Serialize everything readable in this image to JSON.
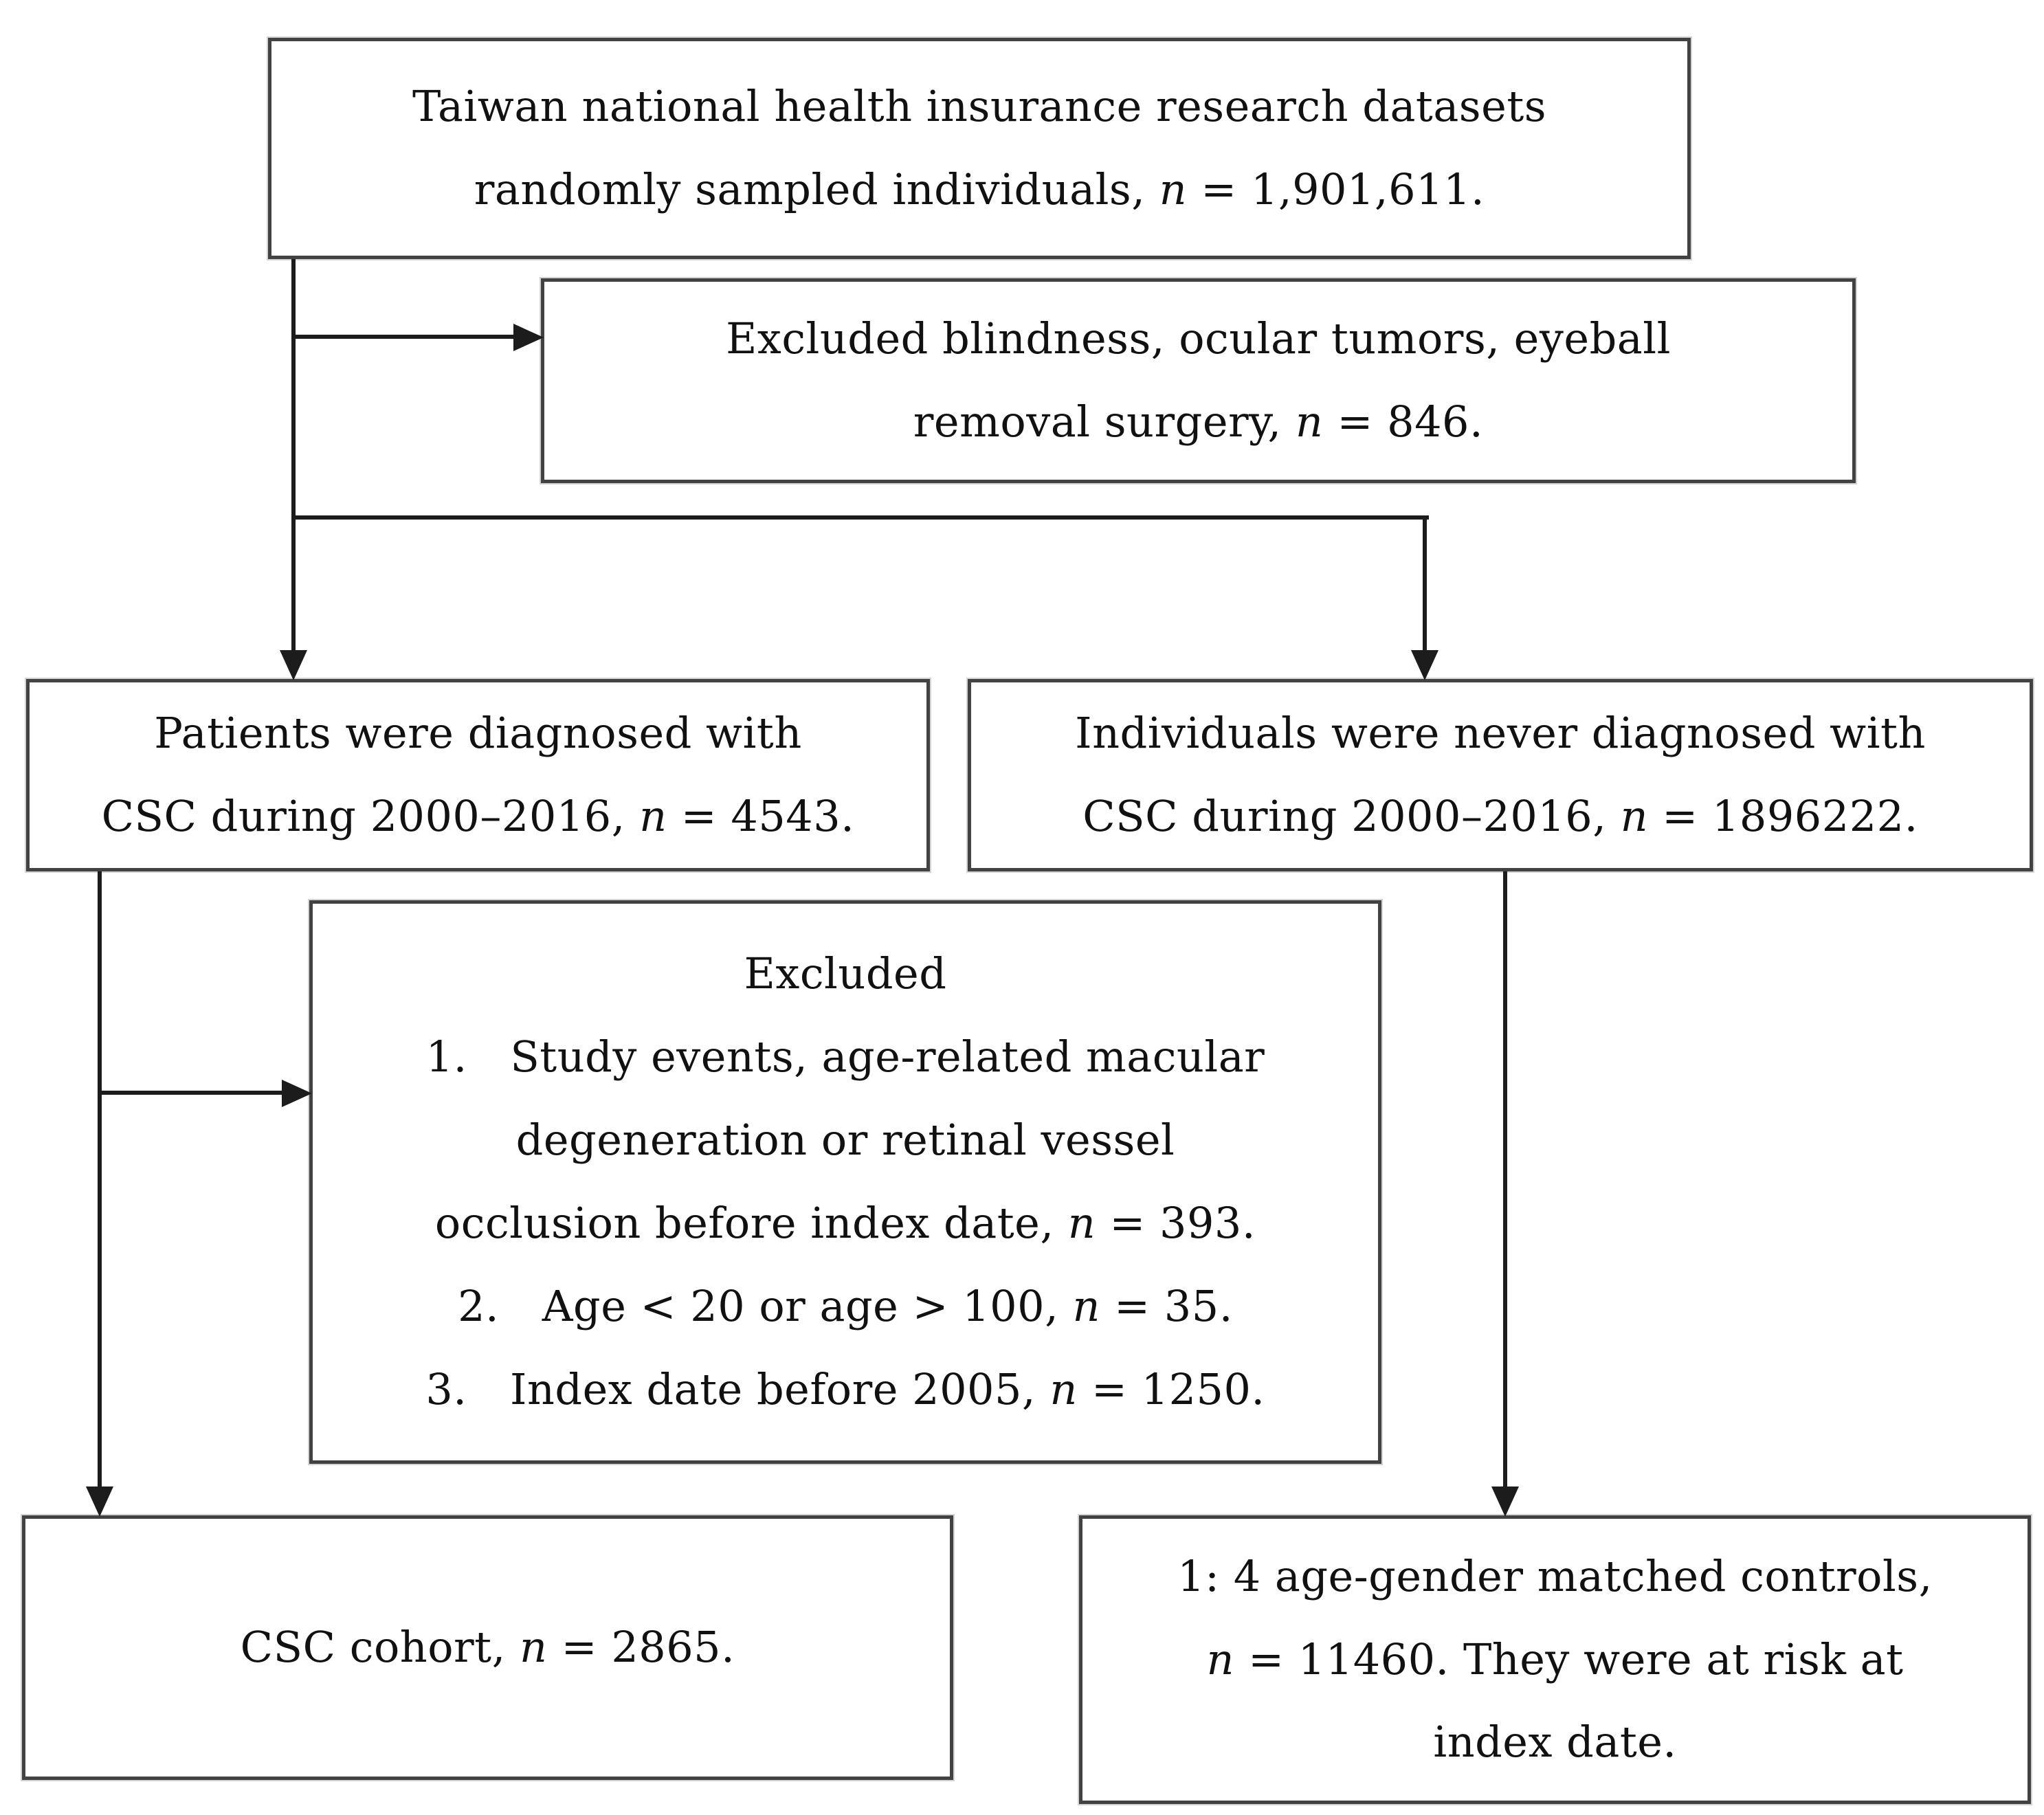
{
  "diagram": {
    "description": "Study cohort selection flowchart",
    "colors": {
      "background": "#ffffff",
      "text": "#111111",
      "border": "#424242",
      "line": "#1c1c1c"
    },
    "boxes": {
      "source": {
        "lines": [
          "Taiwan national health insurance research datasets",
          "randomly sampled individuals, n = 1,901,611."
        ]
      },
      "excluded_initial": {
        "lines": [
          "Excluded blindness, ocular tumors, eyeball",
          "removal surgery, n = 846."
        ]
      },
      "csc_diagnosed": {
        "lines": [
          "Patients were diagnosed with",
          "CSC during 2000–2016, n = 4543."
        ]
      },
      "never_diagnosed": {
        "lines": [
          "Individuals were never diagnosed with",
          "CSC during 2000–2016, n = 1896222."
        ]
      },
      "excluded_criteria": {
        "lines": [
          "Excluded",
          "1. Study events, age-related macular",
          "degeneration or retinal vessel",
          "occlusion before index date, n = 393.",
          "2. Age < 20 or age > 100, n = 35.",
          "3. Index date before 2005, n = 1250."
        ]
      },
      "csc_cohort": {
        "lines": [
          "CSC cohort, n = 2865."
        ]
      },
      "matched_controls": {
        "lines": [
          "1: 4 age-gender matched controls,",
          "n = 11460. They were at risk at",
          "index date."
        ]
      }
    }
  }
}
